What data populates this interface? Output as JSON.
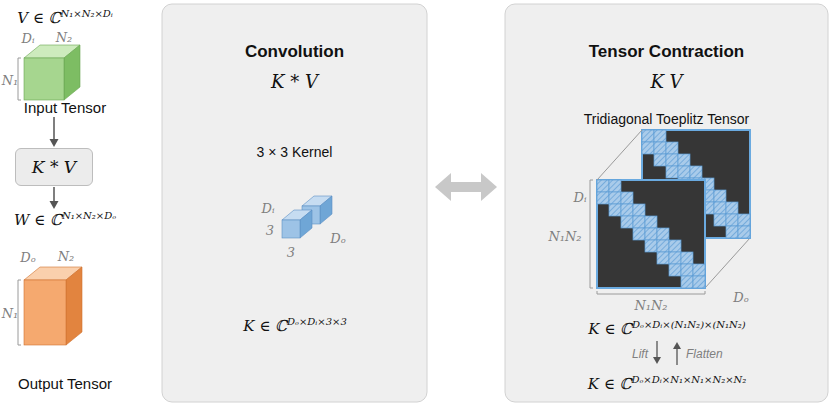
{
  "diagram": {
    "nodes": [
      {
        "text": [
          "V ∈ ℂ",
          "N₁×N₂×Dᵢ",
          "Input Tensor"
        ]
      },
      {
        "text": [
          "K * V"
        ]
      },
      {
        "text": [
          "W ∈ ℂ",
          "N₁×N₂×Dₒ",
          "Output Tensor"
        ]
      },
      {
        "text": [
          "Convolution",
          "K * V",
          "3 × 3 Kernel"
        ]
      },
      {
        "text": [
          "Tensor Contraction",
          "K V",
          "Tridiagonal Toeplitz Tensor"
        ]
      }
    ],
    "edges": [
      {
        "from": 0,
        "to": 1,
        "arrow": "to"
      },
      {
        "from": 1,
        "to": 2,
        "arrow": "to"
      },
      {
        "from": 3,
        "to": 4,
        "arrow": "both"
      }
    ],
    "labels": [
      "Dᵢ",
      "N₂",
      "N₁",
      "Dₒ",
      "N₂",
      "N₁",
      "Dᵢ",
      "3",
      "3",
      "Dₒ",
      "K ∈ ℂ",
      "Dₒ×Dᵢ×3×3",
      "Dᵢ",
      "N₁N₂",
      "N₁N₂",
      "Dₒ",
      "K ∈ ℂ",
      "Dₒ×Dᵢ×(N₁N₂)×(N₁N₂)",
      "Lift",
      "Flatten",
      "K ∈ ℂ",
      "Dₒ×Dᵢ×N₁×N₁×N₂×N₂"
    ]
  }
}
